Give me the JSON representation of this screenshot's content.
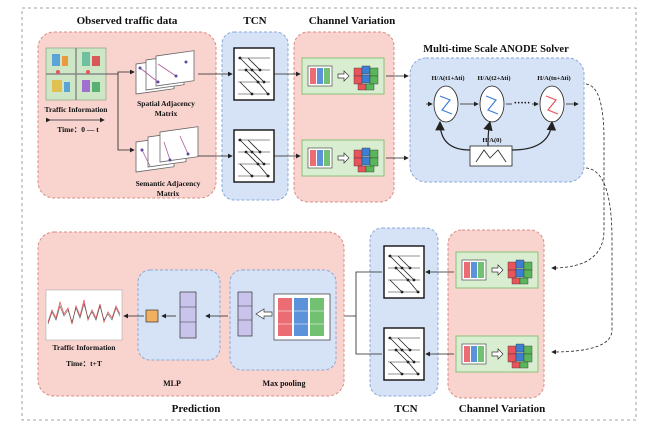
{
  "title_observed": "Observed traffic data",
  "title_tcn_top": "TCN",
  "title_channel_top": "Channel Variation",
  "title_solver": "Multi-time Scale ANODE Solver",
  "traffic_info_top": "Traffic Information",
  "time_top": "Time：0 — t",
  "spatial_matrix_1": "Spatial Adjacency",
  "spatial_matrix_2": "Matrix",
  "semantic_matrix_1": "Semantic Adjacency",
  "semantic_matrix_2": "Matrix",
  "solver_h1": "H/A(t1+Δti)",
  "solver_h2": "H/A(t2+Δti)",
  "solver_hn": "H/A(tn+Δti)",
  "solver_h0": "H/A(0)",
  "title_prediction": "Prediction",
  "title_tcn_bottom": "TCN",
  "title_channel_bottom": "Channel Variation",
  "traffic_info_bottom": "Traffic Information",
  "time_bottom": "Time：t+T",
  "mlp_label": "MLP",
  "maxpool_label": "Max pooling",
  "colors": {
    "pink_panel": "#f9d4cf",
    "blue_panel": "#d6e3f6",
    "green_box": "#d9eed0",
    "cube_red": "#e8545a",
    "cube_blue": "#3f7fd3",
    "cube_green": "#59b65a"
  }
}
